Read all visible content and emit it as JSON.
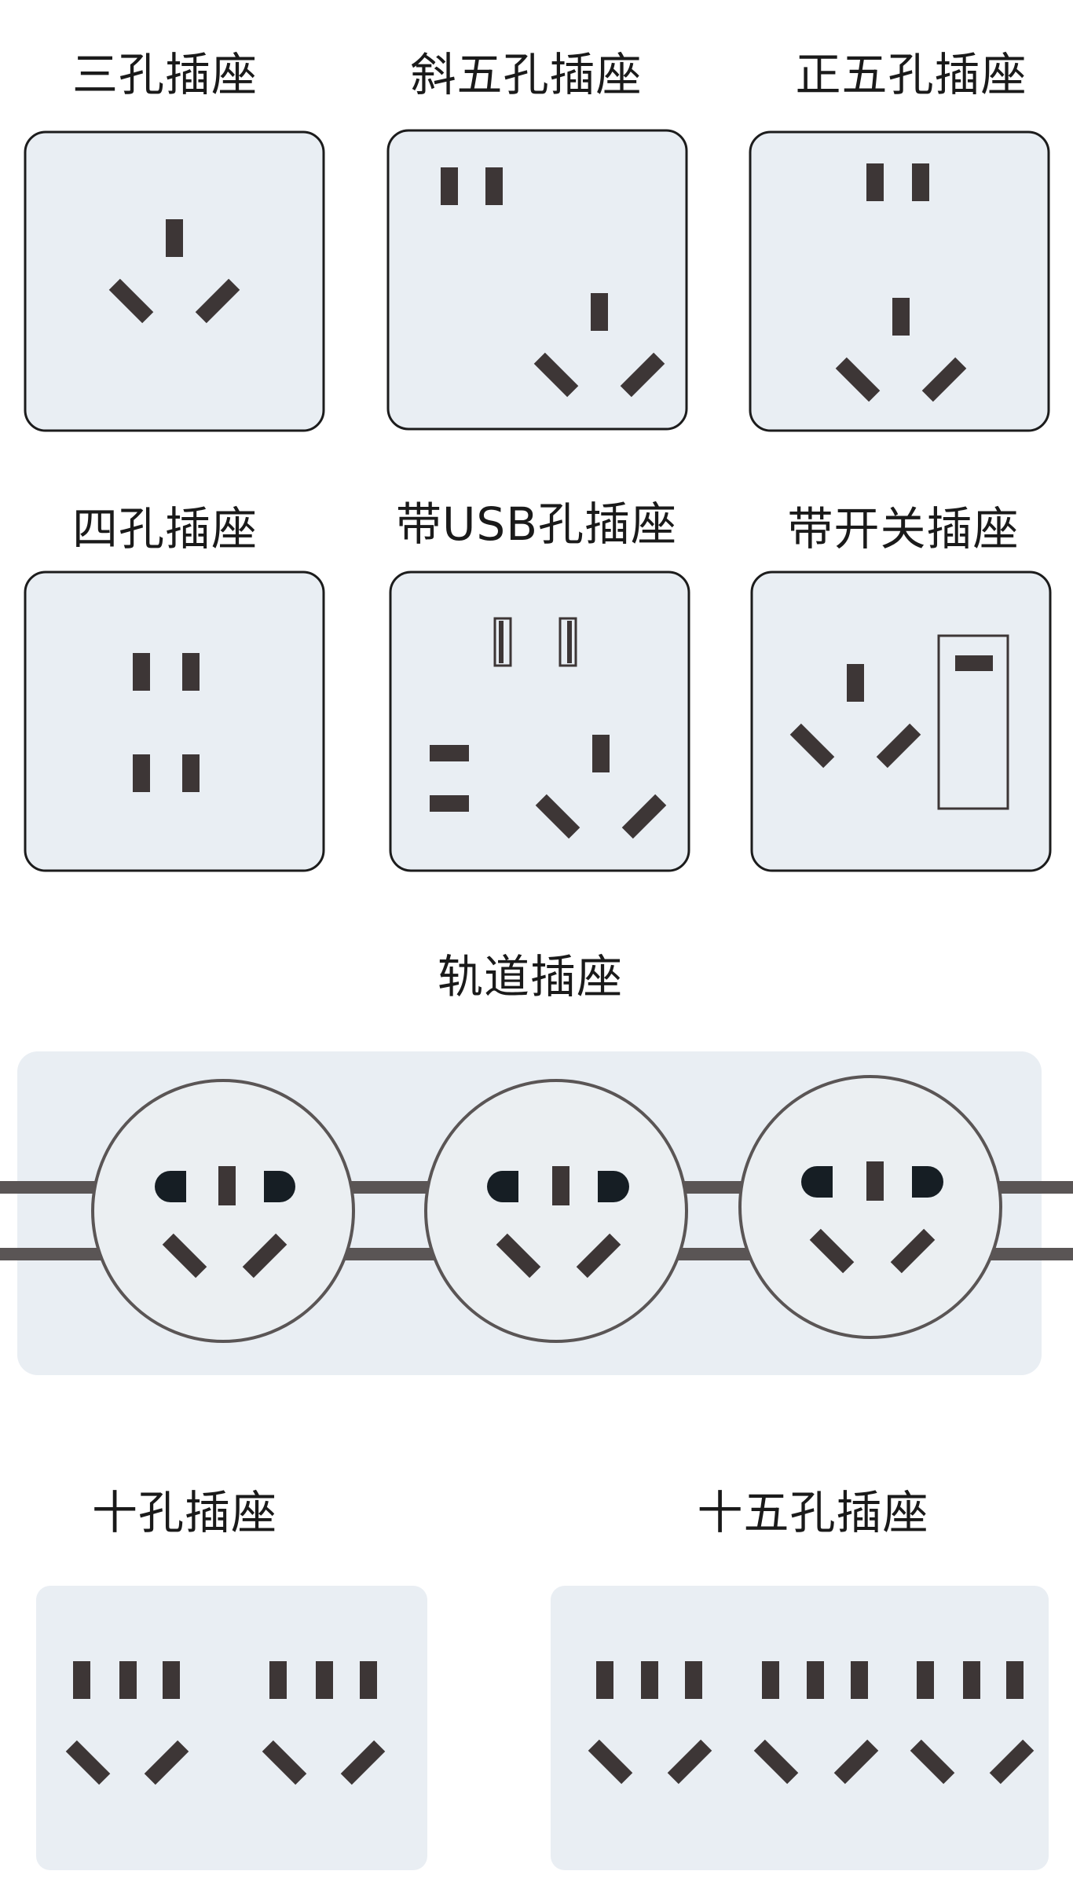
{
  "labels": {
    "three_hole": "三孔插座",
    "slanted_five_hole": "斜五孔插座",
    "straight_five_hole": "正五孔插座",
    "four_hole": "四孔插座",
    "usb": "带USB孔插座",
    "switch": "带开关插座",
    "track": "轨道插座",
    "ten_hole": "十孔插座",
    "fifteen_hole": "十五孔插座"
  },
  "colors": {
    "panel_fill": "#e9eef3",
    "panel_border": "#1c1c1c",
    "slot": "#3d3636",
    "slot_dark": "#161e24",
    "track_bar": "#5a5555",
    "track_circle": "#ebeff2"
  }
}
